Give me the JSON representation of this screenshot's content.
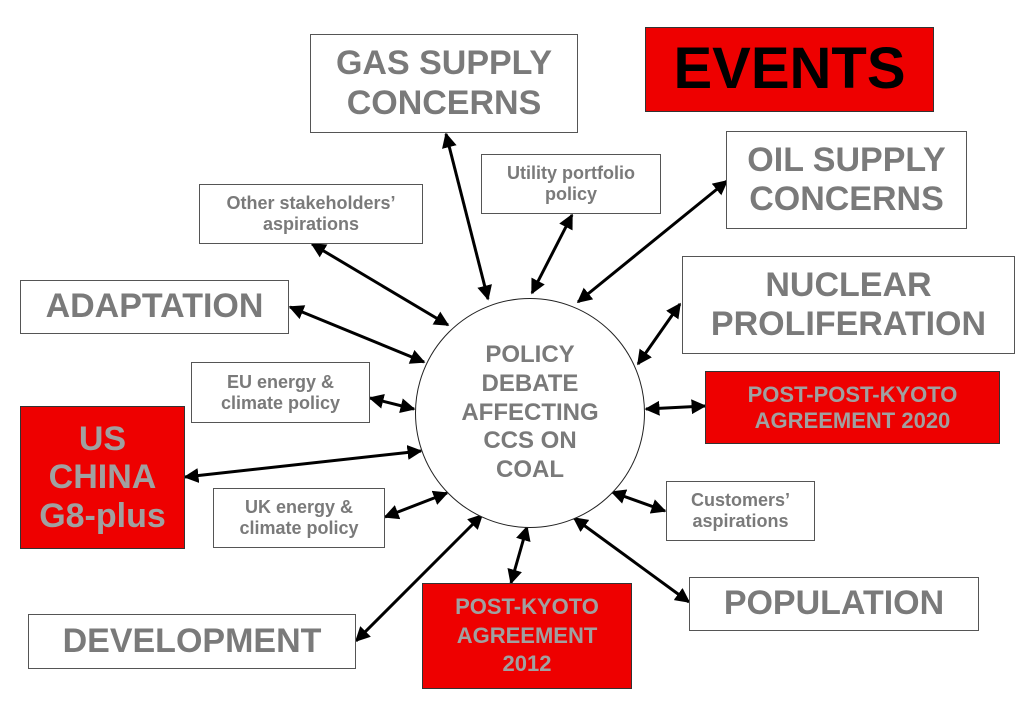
{
  "center": {
    "label": "POLICY\nDEBATE\nAFFECTING\nCCS ON\nCOAL"
  },
  "events": {
    "label": "EVENTS"
  },
  "nodes": {
    "gas_supply": "GAS SUPPLY\nCONCERNS",
    "utility_portfolio": "Utility portfolio\npolicy",
    "other_stakeholders": "Other stakeholders’\naspirations",
    "oil_supply": "OIL SUPPLY\nCONCERNS",
    "adaptation": "ADAPTATION",
    "nuclear": "NUCLEAR\nPROLIFERATION",
    "eu_policy": "EU energy &\nclimate policy",
    "post_post_kyoto": "POST-POST-KYOTO\nAGREEMENT 2020",
    "us_china": "US\nCHINA\nG8-plus",
    "customers": "Customers’\naspirations",
    "uk_policy": "UK energy &\nclimate policy",
    "population": "POPULATION",
    "post_kyoto": "POST-KYOTO\nAGREEMENT\n2012",
    "development": "DEVELOPMENT"
  },
  "colors": {
    "red_fill": "#ee0000",
    "text_grey": "#7a7a7a",
    "arrow": "#000000"
  }
}
